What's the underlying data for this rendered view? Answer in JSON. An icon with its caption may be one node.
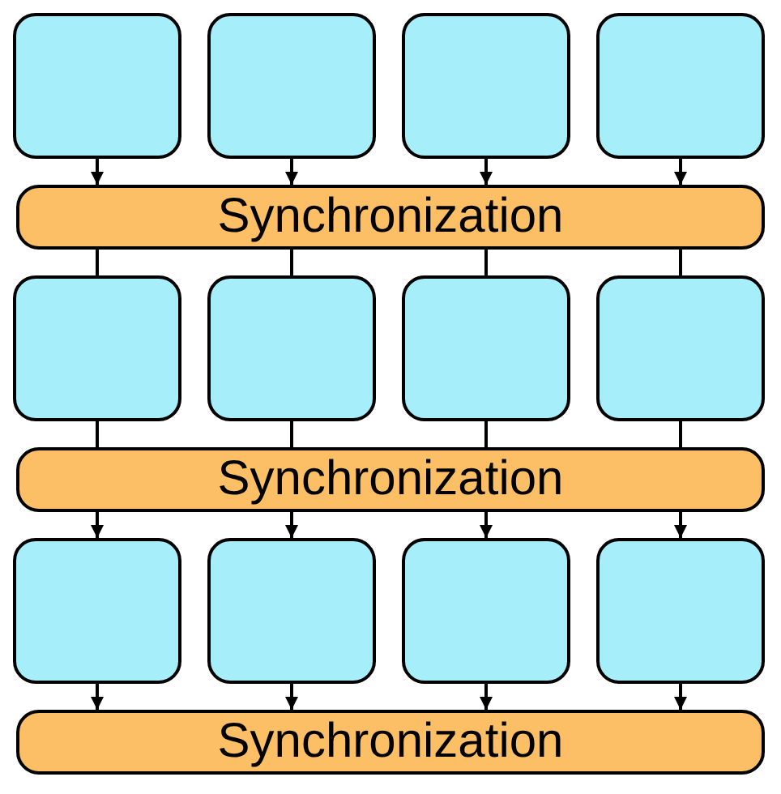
{
  "diagram": {
    "nodes": [
      {
        "text": [],
        "shape": "box"
      },
      {
        "text": [],
        "shape": "box"
      },
      {
        "text": [],
        "shape": "box"
      },
      {
        "text": [],
        "shape": "box"
      },
      {
        "text": [
          "Synchronization"
        ]
      },
      {
        "text": [],
        "shape": "box"
      },
      {
        "text": [],
        "shape": "box"
      },
      {
        "text": [],
        "shape": "box"
      },
      {
        "text": [],
        "shape": "box"
      },
      {
        "text": [
          "Synchronization"
        ]
      },
      {
        "text": [],
        "shape": "box"
      },
      {
        "text": [],
        "shape": "box"
      },
      {
        "text": [],
        "shape": "box"
      },
      {
        "text": [],
        "shape": "box"
      },
      {
        "text": [
          "Synchronization"
        ]
      }
    ],
    "edges": [
      {
        "from": 0,
        "to": 4,
        "arrow": "to"
      },
      {
        "from": 1,
        "to": 4,
        "arrow": "to"
      },
      {
        "from": 2,
        "to": 4,
        "arrow": "to"
      },
      {
        "from": 3,
        "to": 4,
        "arrow": "to"
      },
      {
        "from": 4,
        "to": 5,
        "arrow": "none"
      },
      {
        "from": 4,
        "to": 6,
        "arrow": "none"
      },
      {
        "from": 4,
        "to": 7,
        "arrow": "none"
      },
      {
        "from": 4,
        "to": 8,
        "arrow": "none"
      },
      {
        "from": 5,
        "to": 9,
        "arrow": "none"
      },
      {
        "from": 6,
        "to": 9,
        "arrow": "none"
      },
      {
        "from": 7,
        "to": 9,
        "arrow": "none"
      },
      {
        "from": 8,
        "to": 9,
        "arrow": "none"
      },
      {
        "from": 9,
        "to": 10,
        "arrow": "to"
      },
      {
        "from": 9,
        "to": 11,
        "arrow": "to"
      },
      {
        "from": 9,
        "to": 12,
        "arrow": "to"
      },
      {
        "from": 9,
        "to": 13,
        "arrow": "to"
      },
      {
        "from": 10,
        "to": 14,
        "arrow": "to"
      },
      {
        "from": 11,
        "to": 14,
        "arrow": "to"
      },
      {
        "from": 12,
        "to": 14,
        "arrow": "to"
      },
      {
        "from": 13,
        "to": 14,
        "arrow": "to"
      }
    ]
  }
}
